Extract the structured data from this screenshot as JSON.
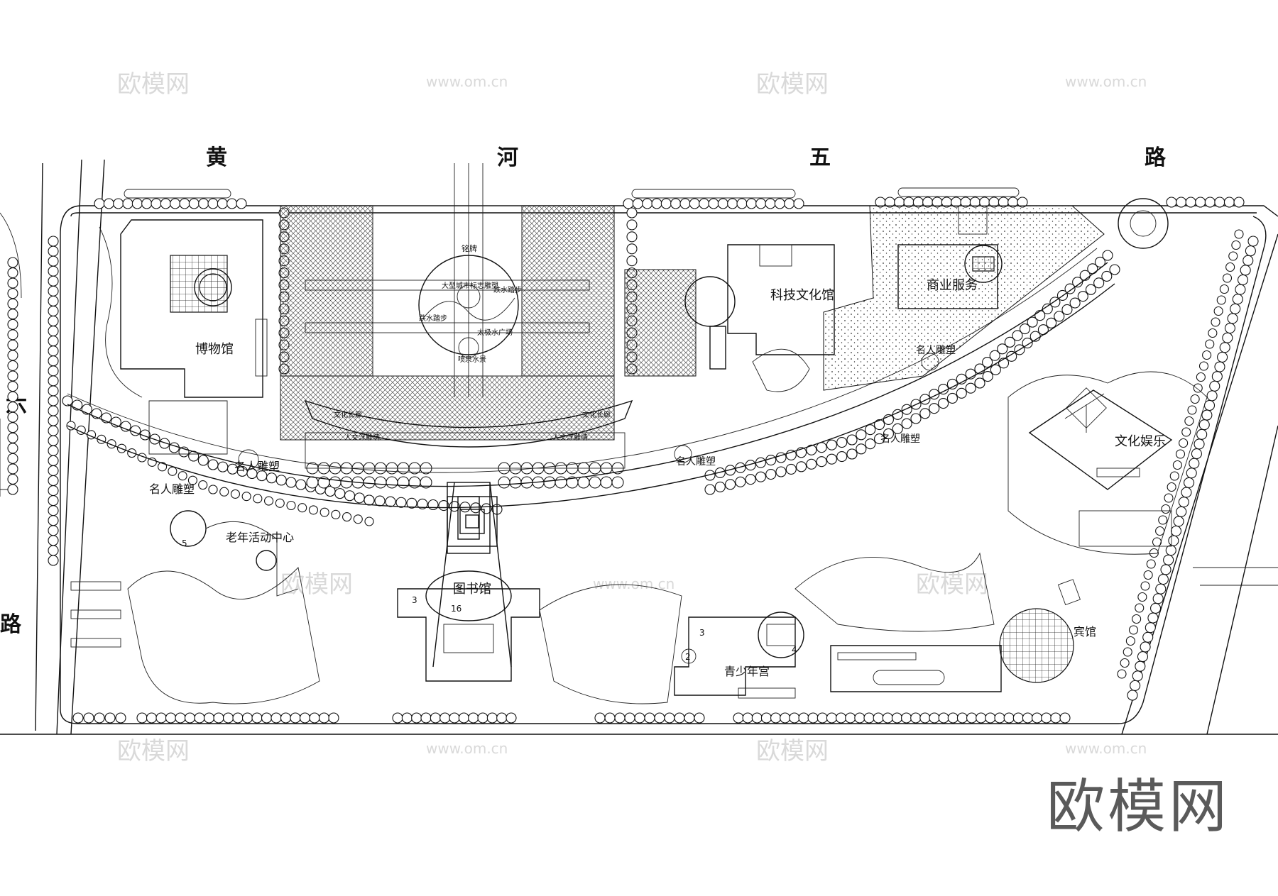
{
  "roads": {
    "top": [
      "黄",
      "河",
      "五",
      "路"
    ],
    "left": [
      "六",
      "路"
    ]
  },
  "labels": {
    "museum": "博物馆",
    "science": "科技文化馆",
    "commerce": "商业服务",
    "culture": "文化娱乐",
    "library": "图书馆",
    "youth": "青少年宫",
    "hotel": "宾馆",
    "elderly": "老年活动中心",
    "statue": "名人雕塑",
    "monument": "铭牌",
    "plaza": "太极水广场",
    "fountain": "喷泉水景",
    "stepping": "跌水踏步",
    "sculpture": "大型城市标志雕塑",
    "corridor": "文化长廊",
    "wall": "人文浮雕墙"
  },
  "numbers": [
    "3",
    "16",
    "2",
    "4",
    "3",
    "5"
  ],
  "watermarks": {
    "brand": "欧模网",
    "site": "www.om.cn"
  },
  "colors": {
    "ink": "#111111",
    "watermark": "#d9d9d9",
    "logo": "#5a5a5a"
  }
}
